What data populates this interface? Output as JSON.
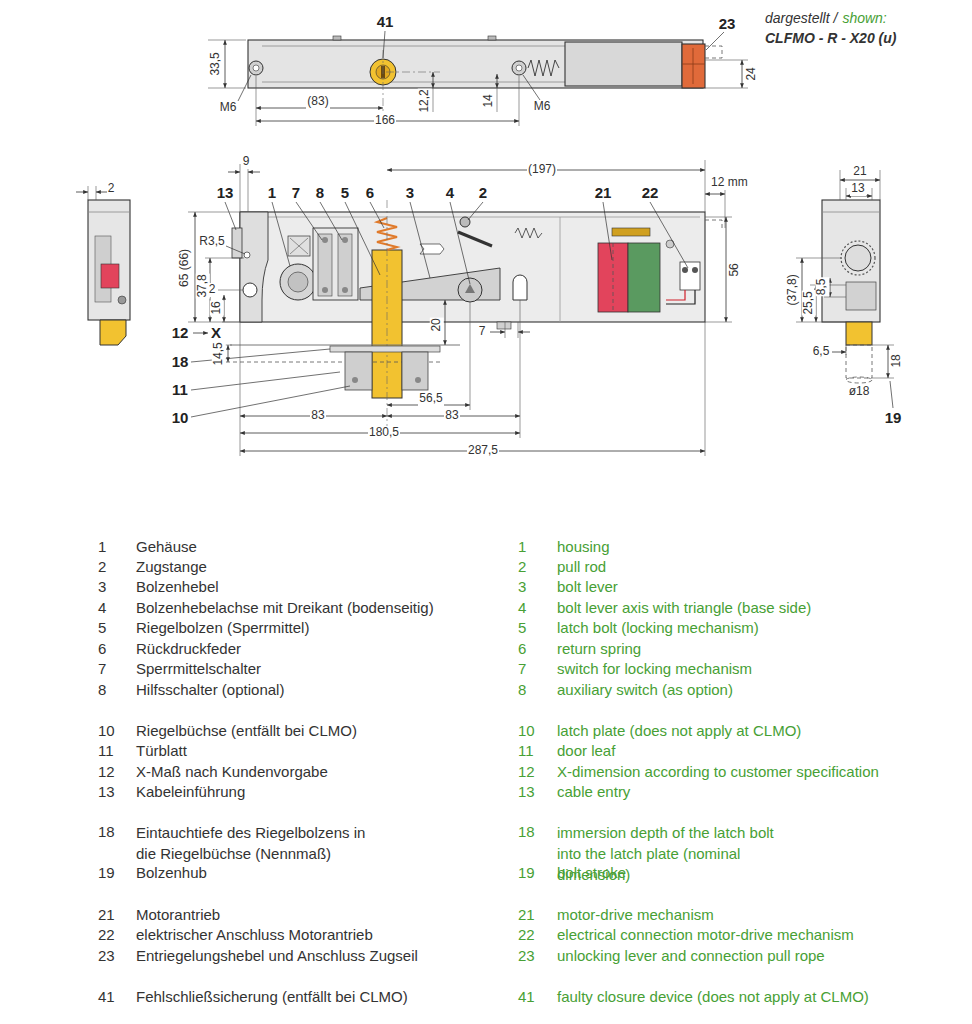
{
  "diagram": {
    "labels": [
      "41",
      "23",
      "dargestellt /",
      "shown:",
      "CLFMO - R - X20 (u)",
      "33,5",
      "M6",
      "(83)",
      "12,2",
      "14",
      "M6",
      "166",
      "24",
      "2",
      "9",
      "(197)",
      "12 mm",
      "13",
      "1",
      "7",
      "8",
      "5",
      "6",
      "3",
      "4",
      "2",
      "21",
      "22",
      "R3,5",
      "65 (66)",
      "37,8",
      "2",
      "16",
      "12",
      "X",
      "14,5",
      "18",
      "11",
      "10",
      "20",
      "7",
      "56",
      "56,5",
      "83",
      "83",
      "180,5",
      "287,5",
      "21",
      "13",
      "(37,8)",
      "25,5",
      "8,5",
      "6,5",
      "18",
      "ø18",
      "19",
      "1",
      "Gehäuse",
      "1",
      "housing",
      "2",
      "Zugstange",
      "2",
      "pull rod",
      "3",
      "Bolzenhebel",
      "3",
      "bolt lever",
      "4",
      "Bolzenhebelachse mit Dreikant (bodenseitig)",
      "4",
      "bolt lever axis with triangle (base side)",
      "5",
      "Riegelbolzen (Sperrmittel)",
      "5",
      "latch bolt (locking mechanism)",
      "6",
      "Rückdruckfeder",
      "6",
      "return spring",
      "7",
      "Sperrmittelschalter",
      "7",
      "switch for locking mechanism",
      "8",
      "Hilfsschalter (optional)",
      "8",
      "auxiliary switch (as option)",
      "10",
      "Riegelbüchse (entfällt bei CLMO)",
      "10",
      "latch plate (does not apply at CLMO)",
      "11",
      "Türblatt",
      "11",
      "door leaf",
      "12",
      "X-Maß nach Kundenvorgabe",
      "12",
      "X-dimension according to customer specification",
      "13",
      "Kabeleinführung",
      "13",
      "cable entry",
      "18",
      "Eintauchtiefe des Riegelbolzens in die Riegelbüchse (Nennmaß)",
      "18",
      "immersion depth of the latch bolt into the latch plate (nominal dimension)",
      "19",
      "Bolzenhub",
      "19",
      "bolt stroke",
      "21",
      "Motorantrieb",
      "21",
      "motor-drive mechanism",
      "22",
      "elektrischer Anschluss Motorantrieb",
      "22",
      "electrical connection motor-drive mechanism",
      "23",
      "Entriegelungshebel und Anschluss Zugseil",
      "23",
      "unlocking lever and connection pull rope",
      "41",
      "Fehlschließsicherung (entfällt bei CLMO)",
      "41",
      "faulty closure device (does not apply at CLMO)"
    ]
  }
}
